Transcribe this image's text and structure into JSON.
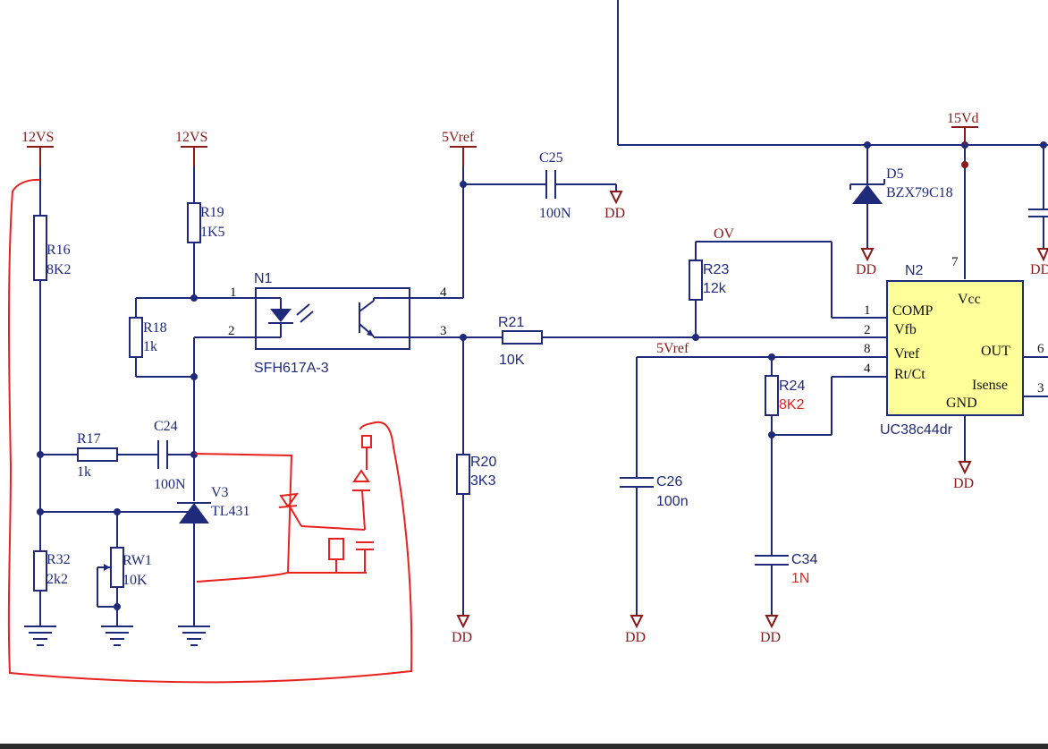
{
  "power": {
    "v12_left": "12VS",
    "v12_mid": "12VS",
    "v5ref_top": "5Vref",
    "v15": "15Vd",
    "ov": "OV",
    "v5ref_mid": "5Vref",
    "dd_c25": "DD",
    "dd_d5": "DD",
    "dd_n2r": "DD",
    "dd_n2": "DD",
    "dd_r20": "DD",
    "dd_c26": "DD",
    "dd_c34": "DD"
  },
  "components": {
    "r16": {
      "ref": "R16",
      "val": "8K2"
    },
    "r19": {
      "ref": "R19",
      "val": "1K5"
    },
    "r18": {
      "ref": "R18",
      "val": "1k"
    },
    "r17": {
      "ref": "R17",
      "val": "1k"
    },
    "c24": {
      "ref": "C24",
      "val": "100N"
    },
    "v3": {
      "ref": "V3",
      "val": "TL431"
    },
    "r32": {
      "ref": "R32",
      "val": "2k2"
    },
    "rw1": {
      "ref": "RW1",
      "val": "10K"
    },
    "n1": {
      "ref": "N1",
      "val": "SFH617A-3",
      "pin1": "1",
      "pin2": "2",
      "pin3": "3",
      "pin4": "4"
    },
    "c25": {
      "ref": "C25",
      "val": "100N"
    },
    "r21": {
      "ref": "R21",
      "val": "10K"
    },
    "r20": {
      "ref": "R20",
      "val": "3K3"
    },
    "r23": {
      "ref": "R23",
      "val": "12k"
    },
    "c26": {
      "ref": "C26",
      "val": "100n"
    },
    "r24": {
      "ref": "R24",
      "val": "8K2"
    },
    "c34": {
      "ref": "C34",
      "val": "1N"
    },
    "d5": {
      "ref": "D5",
      "val": "BZX79C18"
    },
    "n2": {
      "ref": "N2",
      "val": "UC38c44dr",
      "pin_comp": "COMP",
      "pin_vfb": "Vfb",
      "pin_vref": "Vref",
      "pin_rtct": "Rt/Ct",
      "pin_vcc": "Vcc",
      "pin_out": "OUT",
      "pin_isense": "Isense",
      "pin_gnd": "GND",
      "n1": "1",
      "n2": "2",
      "n8": "8",
      "n4": "4",
      "n7": "7",
      "n6": "6",
      "n3": "3"
    }
  },
  "colors": {
    "wire": "#1f2a7a",
    "power": "#8b1a1a",
    "annotation": "#e8221f",
    "ic_fill": "#ffff99"
  }
}
